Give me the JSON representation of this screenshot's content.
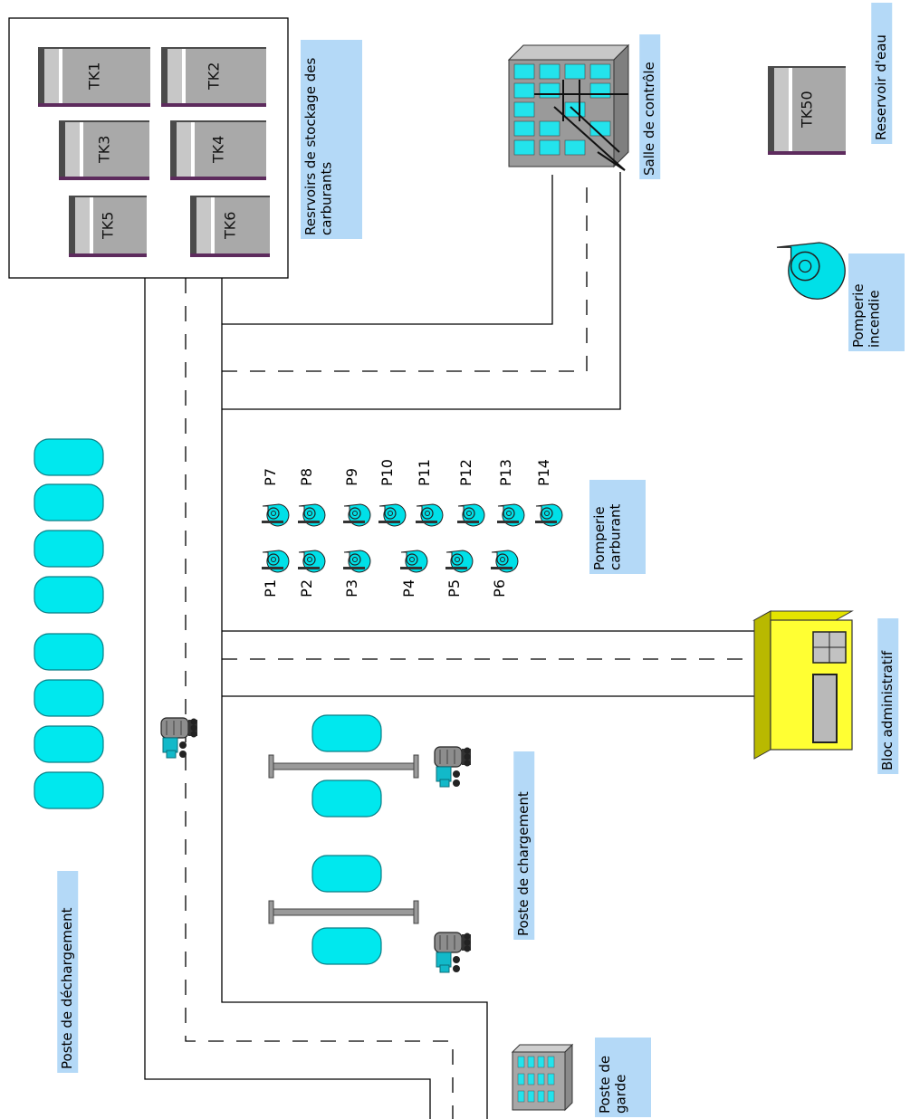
{
  "labels": {
    "storage": "Resrvoirs de stockage des carburants",
    "control_room": "Salle de contrôle",
    "water_tank": "Reservoir d'eau",
    "fire_pump": "Pomperie incendie",
    "fuel_pump": "Pomperie carburant",
    "admin": "Bloc administratif",
    "loading": "Poste de chargement",
    "unloading": "Poste de déchargement",
    "guard": "Poste de garde"
  },
  "tanks": [
    "TK1",
    "TK2",
    "TK3",
    "TK4",
    "TK5",
    "TK6"
  ],
  "water_tank": "TK50",
  "pumps_row_a": [
    "P1",
    "P2",
    "P3",
    "P4",
    "P5",
    "P6"
  ],
  "pumps_row_b": [
    "P7",
    "P8",
    "P9",
    "P10",
    "P11",
    "P12",
    "P13",
    "P14"
  ],
  "colors": {
    "cyan": "#00e5ee",
    "label_bg": "#b4d9f7",
    "admin_yellow": "#ffff33",
    "tank_base": "#5d2b5d"
  }
}
